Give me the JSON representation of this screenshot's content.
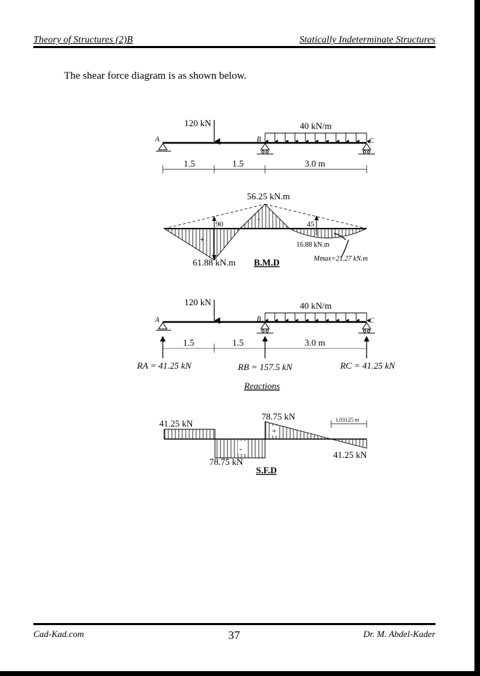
{
  "header": {
    "left": "Theory of Structures (2)B",
    "right": "Statically Indeterminate Structures"
  },
  "intro": "The shear force diagram is as shown below.",
  "beam": {
    "point_load": "120 kN",
    "dist_load": "40 kN/m",
    "labels": {
      "a": "A",
      "b": "B",
      "c": "C"
    },
    "spans": [
      "1.5",
      "1.5",
      "3.0 m"
    ]
  },
  "bmd": {
    "peak_support": "56.25 kN.m",
    "free_left": "90",
    "free_right": "45",
    "under_load": "61.88 kN.m",
    "span_bc": "16.88 kN.m",
    "mmax": "Mmax=21.27 kN.m",
    "plus": "+",
    "minus": "-",
    "title": "B.M.D"
  },
  "reactions": {
    "ra": "RA = 41.25 kN",
    "rb": "RB = 157.5 kN",
    "rc": "RC = 41.25 kN",
    "title": "Reactions"
  },
  "sfd": {
    "v_a": "41.25 kN",
    "v_left_b": "78.75 kN",
    "v_right_b": "78.75 kN",
    "v_c": "41.25 kN",
    "zero_dist": "1.03125 m",
    "plus": "+",
    "minus": "-",
    "title": "S.F.D"
  },
  "footer": {
    "left": "Cad-Kad.com",
    "page": "37",
    "right": "Dr. M. Abdel-Kader"
  }
}
